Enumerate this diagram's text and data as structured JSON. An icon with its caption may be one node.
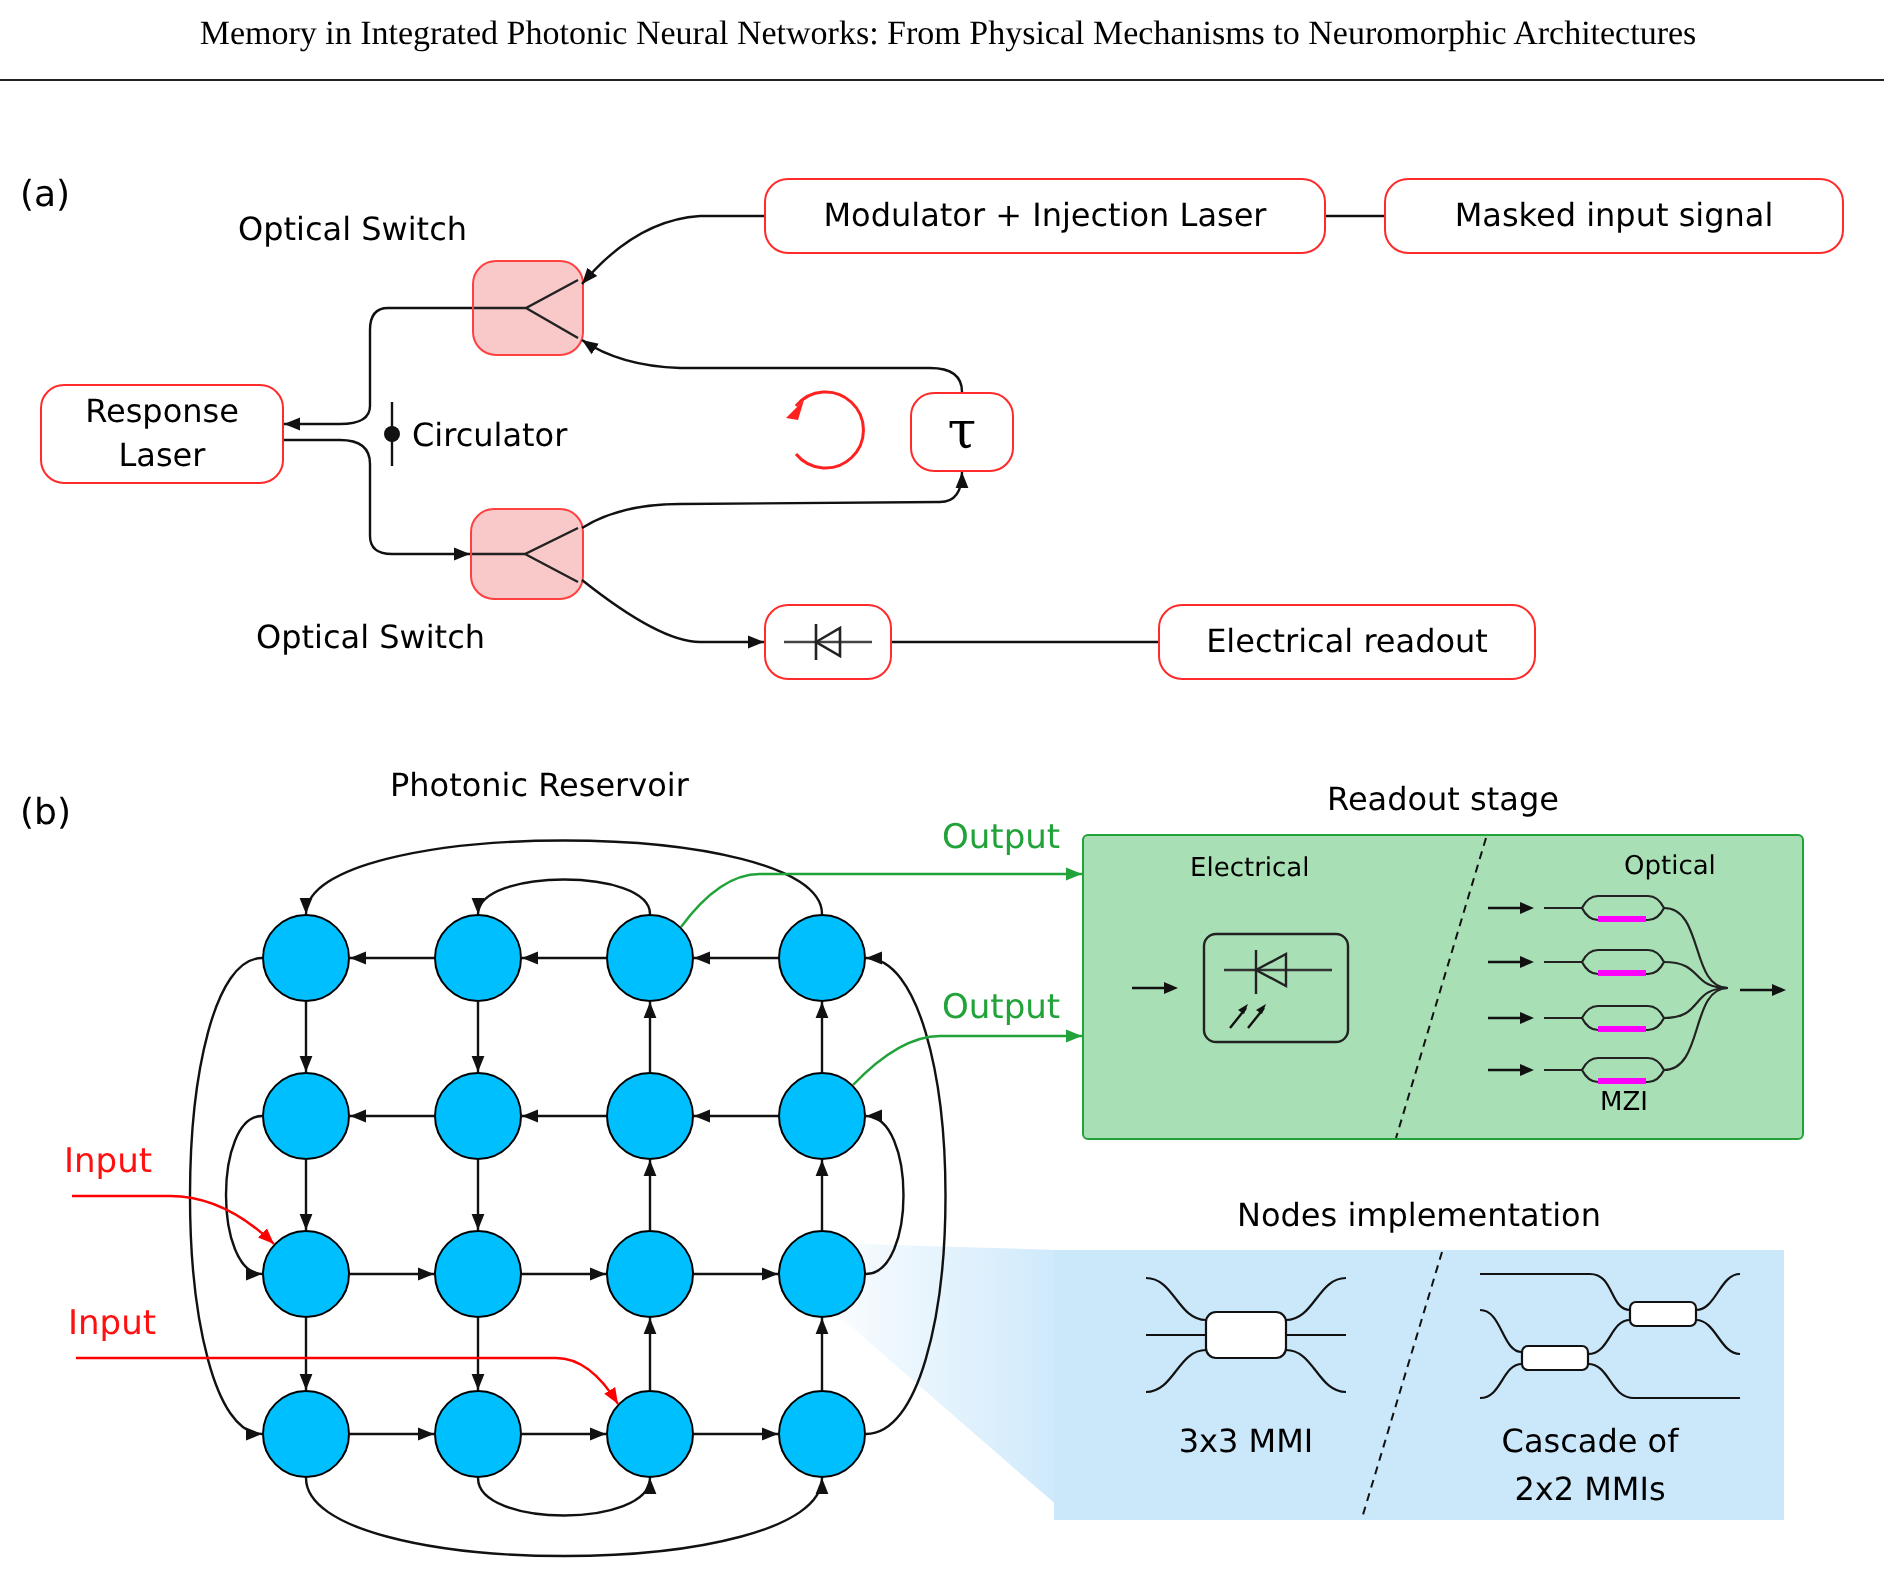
{
  "diagram": {
    "nodes": [
      {
        "text": [
          "Response Laser"
        ]
      },
      {
        "text": [
          "Optical Switch"
        ]
      },
      {
        "text": [
          "Modulator + Injection Laser"
        ]
      },
      {
        "text": [
          "Masked input signal"
        ]
      },
      {
        "text": [
          "τ"
        ]
      },
      {
        "text": [
          "Optical Switch"
        ]
      },
      {
        "text": [],
        "shape": "box"
      },
      {
        "text": [
          "Electrical readout"
        ]
      },
      {
        "text": [],
        "shape": "circle"
      },
      {
        "text": [],
        "shape": "circle"
      },
      {
        "text": [],
        "shape": "circle"
      },
      {
        "text": [],
        "shape": "circle"
      },
      {
        "text": [],
        "shape": "circle"
      },
      {
        "text": [],
        "shape": "circle"
      },
      {
        "text": [],
        "shape": "circle"
      },
      {
        "text": [],
        "shape": "circle"
      },
      {
        "text": [],
        "shape": "circle"
      },
      {
        "text": [],
        "shape": "circle"
      },
      {
        "text": [],
        "shape": "circle"
      },
      {
        "text": [],
        "shape": "circle"
      },
      {
        "text": [],
        "shape": "circle"
      },
      {
        "text": [],
        "shape": "circle"
      },
      {
        "text": [],
        "shape": "circle"
      },
      {
        "text": [],
        "shape": "circle"
      },
      {
        "text": [
          "Input"
        ]
      },
      {
        "text": [
          "Input"
        ]
      },
      {
        "text": [
          "Readout stage"
        ]
      },
      {
        "text": [
          "Nodes implementation",
          "3x3 MMI",
          "Cascade of 2x2 MMIs"
        ]
      }
    ],
    "edges": [
      {
        "from": 2,
        "to": 1,
        "arrow": "to"
      },
      {
        "from": 4,
        "to": 1,
        "arrow": "to"
      },
      {
        "from": 1,
        "to": 0,
        "arrow": "to"
      },
      {
        "from": 0,
        "to": 5,
        "arrow": "to"
      },
      {
        "from": 5,
        "to": 4,
        "arrow": "to"
      },
      {
        "from": 5,
        "to": 6,
        "arrow": "to"
      },
      {
        "from": 6,
        "to": 7,
        "arrow": "none"
      },
      {
        "from": 2,
        "to": 3,
        "arrow": "none"
      },
      {
        "from": 9,
        "to": 8,
        "arrow": "to"
      },
      {
        "from": 10,
        "to": 9,
        "arrow": "to"
      },
      {
        "from": 11,
        "to": 10,
        "arrow": "to"
      },
      {
        "from": 13,
        "to": 12,
        "arrow": "to"
      },
      {
        "from": 14,
        "to": 13,
        "arrow": "to"
      },
      {
        "from": 15,
        "to": 14,
        "arrow": "to"
      },
      {
        "from": 16,
        "to": 17,
        "arrow": "to"
      },
      {
        "from": 17,
        "to": 18,
        "arrow": "to"
      },
      {
        "from": 18,
        "to": 19,
        "arrow": "to"
      },
      {
        "from": 20,
        "to": 21,
        "arrow": "to"
      },
      {
        "from": 21,
        "to": 22,
        "arrow": "to"
      },
      {
        "from": 22,
        "to": 23,
        "arrow": "to"
      },
      {
        "from": 8,
        "to": 12,
        "arrow": "to"
      },
      {
        "from": 12,
        "to": 16,
        "arrow": "to"
      },
      {
        "from": 16,
        "to": 20,
        "arrow": "to"
      },
      {
        "from": 9,
        "to": 13,
        "arrow": "to"
      },
      {
        "from": 13,
        "to": 17,
        "arrow": "to"
      },
      {
        "from": 17,
        "to": 21,
        "arrow": "to"
      },
      {
        "from": 22,
        "to": 18,
        "arrow": "to"
      },
      {
        "from": 18,
        "to": 14,
        "arrow": "to"
      },
      {
        "from": 14,
        "to": 10,
        "arrow": "to"
      },
      {
        "from": 23,
        "to": 19,
        "arrow": "to"
      },
      {
        "from": 19,
        "to": 15,
        "arrow": "to"
      },
      {
        "from": 15,
        "to": 11,
        "arrow": "to"
      },
      {
        "from": 11,
        "to": 8,
        "arrow": "to"
      },
      {
        "from": 10,
        "to": 9,
        "arrow": "to"
      },
      {
        "from": 8,
        "to": 20,
        "arrow": "to"
      },
      {
        "from": 12,
        "to": 16,
        "arrow": "to"
      },
      {
        "from": 23,
        "to": 11,
        "arrow": "to"
      },
      {
        "from": 19,
        "to": 15,
        "arrow": "to"
      },
      {
        "from": 21,
        "to": 22,
        "arrow": "to"
      },
      {
        "from": 20,
        "to": 23,
        "arrow": "to"
      },
      {
        "from": 24,
        "to": 16,
        "arrow": "to",
        "color": "#ff0000"
      },
      {
        "from": 25,
        "to": 22,
        "arrow": "to",
        "color": "#ff0000"
      },
      {
        "from": 10,
        "to": 26,
        "arrow": "to",
        "label": "Output",
        "color": "#22a33a"
      },
      {
        "from": 15,
        "to": 26,
        "arrow": "to",
        "label": "Output",
        "color": "#22a33a"
      }
    ],
    "labels": [
      "Memory in Integrated Photonic Neural Networks: From Physical Mechanisms to Neuromorphic Architectures",
      "(a)",
      "Circulator",
      "(b)",
      "Photonic Reservoir",
      "Electrical",
      "Optical",
      "MZI"
    ]
  }
}
